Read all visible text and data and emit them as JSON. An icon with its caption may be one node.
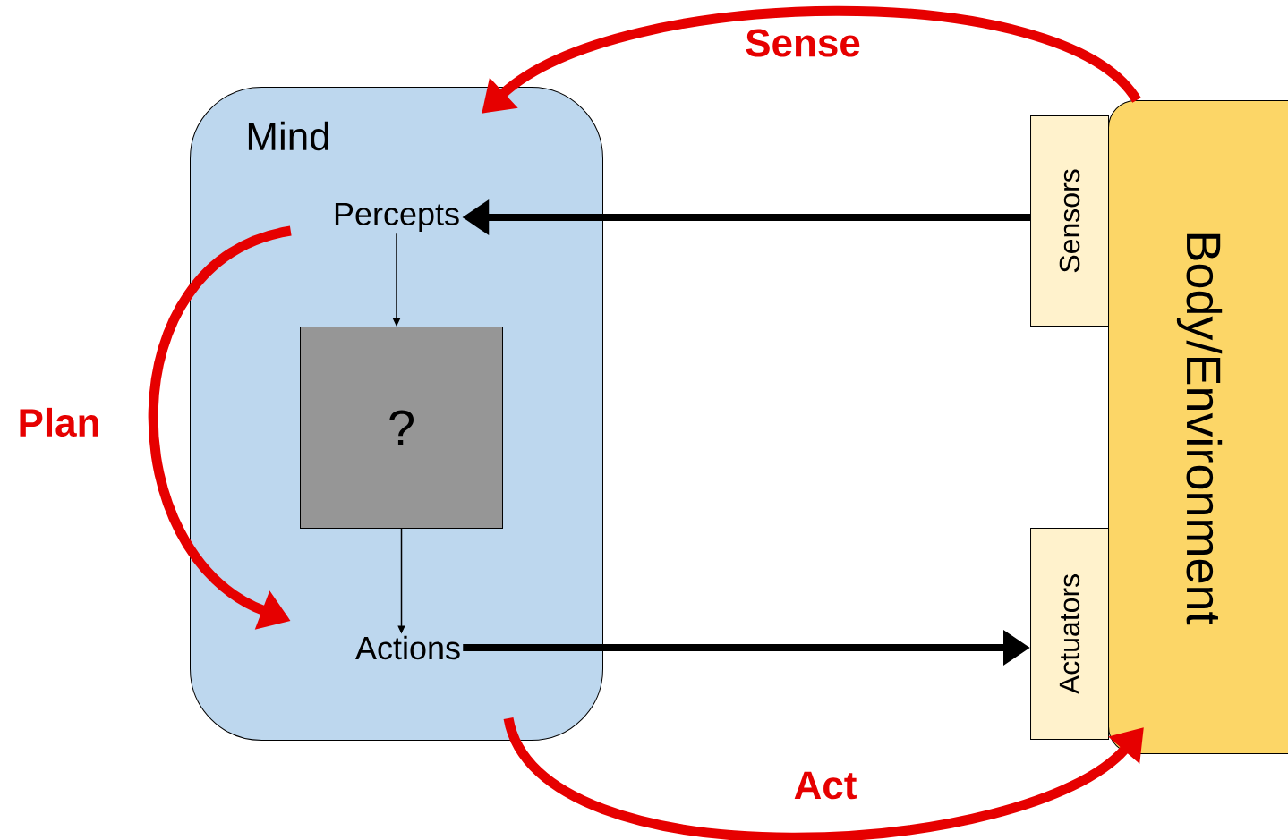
{
  "diagram": {
    "nodes": [
      {
        "text": [
          "Mind"
        ]
      },
      {
        "text": [
          "Percepts"
        ],
        "in": 0
      },
      {
        "text": [
          "?"
        ],
        "in": 0
      },
      {
        "text": [
          "Actions"
        ],
        "in": 0
      },
      {
        "text": [
          "Body/Environment"
        ]
      },
      {
        "text": [
          "Sensors"
        ]
      },
      {
        "text": [
          "Actuators"
        ]
      }
    ],
    "edges": [
      {
        "from": 5,
        "to": 1,
        "arrow": "to"
      },
      {
        "from": 1,
        "to": 2,
        "arrow": "to"
      },
      {
        "from": 2,
        "to": 3,
        "arrow": "to"
      },
      {
        "from": 3,
        "to": 6,
        "arrow": "to"
      },
      {
        "from": 4,
        "to": 0,
        "arrow": "to",
        "label": "Sense",
        "color": "#e60000"
      },
      {
        "from": 1,
        "to": 3,
        "arrow": "to",
        "label": "Plan",
        "color": "#e60000"
      },
      {
        "from": 0,
        "to": 4,
        "arrow": "to",
        "label": "Act",
        "color": "#e60000"
      }
    ]
  }
}
